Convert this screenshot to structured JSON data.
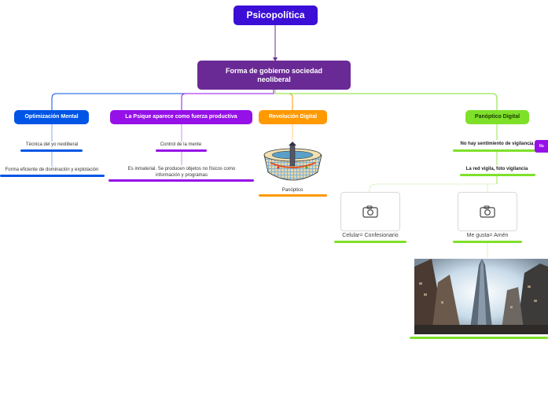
{
  "root": {
    "title": "Psicopolítica",
    "color": "#3b0fd6"
  },
  "center": {
    "title": "Forma de gobierno sociedad neoliberal",
    "color": "#6a2a96"
  },
  "branches": {
    "b1": {
      "title": "Optimización Mental",
      "color": "#0055e6",
      "items": [
        "Técnica del yo neoliberal",
        "Forma eficiente de dominación y explotación"
      ]
    },
    "b2": {
      "title": "La Psique aparece como fuerza productiva",
      "color": "#9611e8",
      "items": [
        "Control de la mente",
        "Es inmaterial. Se producen objetos no físicos como información y programas"
      ]
    },
    "b3": {
      "title": "Revolución Digital",
      "color": "#ff9900",
      "items": [
        "Panóptico"
      ]
    },
    "b4": {
      "title": "Panóptico Digital",
      "color": "#7fe02a",
      "items": [
        "No hay sentimiento de vigilancia",
        "La red vigila, foto vigilancia",
        "Celular= Confesionario",
        "Me gusta= Amén"
      ],
      "side_tag": "llu"
    }
  }
}
